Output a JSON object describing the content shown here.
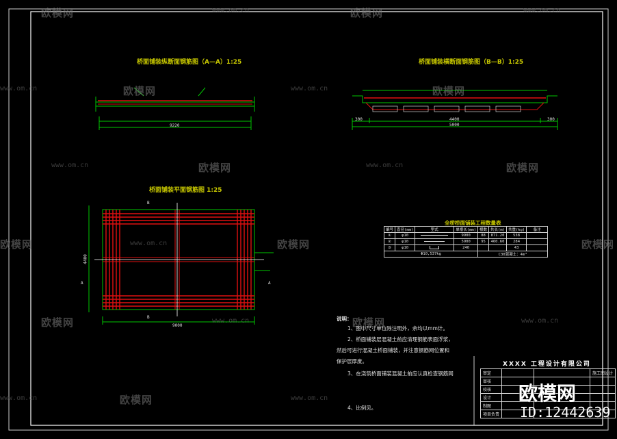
{
  "drawing": {
    "view1_title": "桥面铺装纵断面钢筋图（A—A）1:25",
    "view2_title": "桥面铺装横断面钢筋图（B—B）1:25",
    "view3_title": "桥面铺装平面钢筋图 1:25",
    "table_title": "全桥桥面铺装工程数量表",
    "v1_total": "9220",
    "v2_spans": {
      "left": "300",
      "mid": "4400",
      "right": "300",
      "total": "5000"
    },
    "v3_width": "9000",
    "v3_height": "4400",
    "section_marks": {
      "a": "A",
      "b": "B"
    }
  },
  "quantity_table": {
    "headers": [
      "编号",
      "直径(mm)",
      "型式",
      "单根长(mm)",
      "根数",
      "共长(m)",
      "共重(kg)",
      "备注"
    ],
    "rows": [
      [
        "①",
        "φ10",
        "",
        "9900",
        "88",
        "871.20",
        "538",
        ""
      ],
      [
        "②",
        "φ10",
        "",
        "5900",
        "95",
        "460.60",
        "284",
        ""
      ],
      [
        "③",
        "φ10",
        "",
        "240",
        "",
        "",
        "43",
        ""
      ]
    ],
    "summary_left": "Φ10,537kg",
    "summary_right": "C30混凝土：4m³"
  },
  "notes": {
    "heading": "说明：",
    "lines": [
      "1、图中尺寸单位除注明外，余均以mm计。",
      "2、桥面铺装层混凝土前应清理钢筋表面浮浆，",
      "然后可进行混凝土桥面铺装，并注意钢筋网位置和",
      "保护层厚度。",
      "3、在浇筑桥面铺装混凝土前应认真检查钢筋网",
      "4、比例见。"
    ]
  },
  "title_block": {
    "company": "XXXX 工程设计有限公司",
    "rows": [
      "审定",
      "审核",
      "校核",
      "设计",
      "制图",
      "项目负责"
    ],
    "stage": "施工图设计"
  },
  "watermark": {
    "brand": "欧模网",
    "url": "www.om.cn",
    "id_text": "ID:12442639"
  },
  "colors": {
    "rebar": "#e01010",
    "line": "#00c800",
    "frame": "#ffffff",
    "title": "#c8c800"
  }
}
